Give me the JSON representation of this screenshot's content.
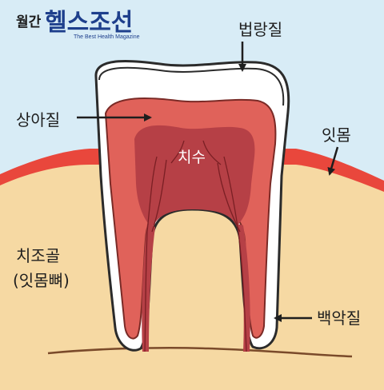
{
  "brand": {
    "small": "월간",
    "big": "헬스조선",
    "tagline": "The Best Health Magazine"
  },
  "labels": {
    "enamel": "법랑질",
    "dentin": "상아질",
    "pulp": "치수",
    "gum": "잇몸",
    "alveolar_bone_line1": "치조골",
    "alveolar_bone_line2": "(잇몸뼈)",
    "cementum": "백악질"
  },
  "colors": {
    "background": "#d8ecf6",
    "bone": "#f6d9a3",
    "gum": "#e9473c",
    "enamel": "#ffffff",
    "dentin": "#e0625a",
    "pulp": "#b64046",
    "brand": "#1e3f8c"
  }
}
